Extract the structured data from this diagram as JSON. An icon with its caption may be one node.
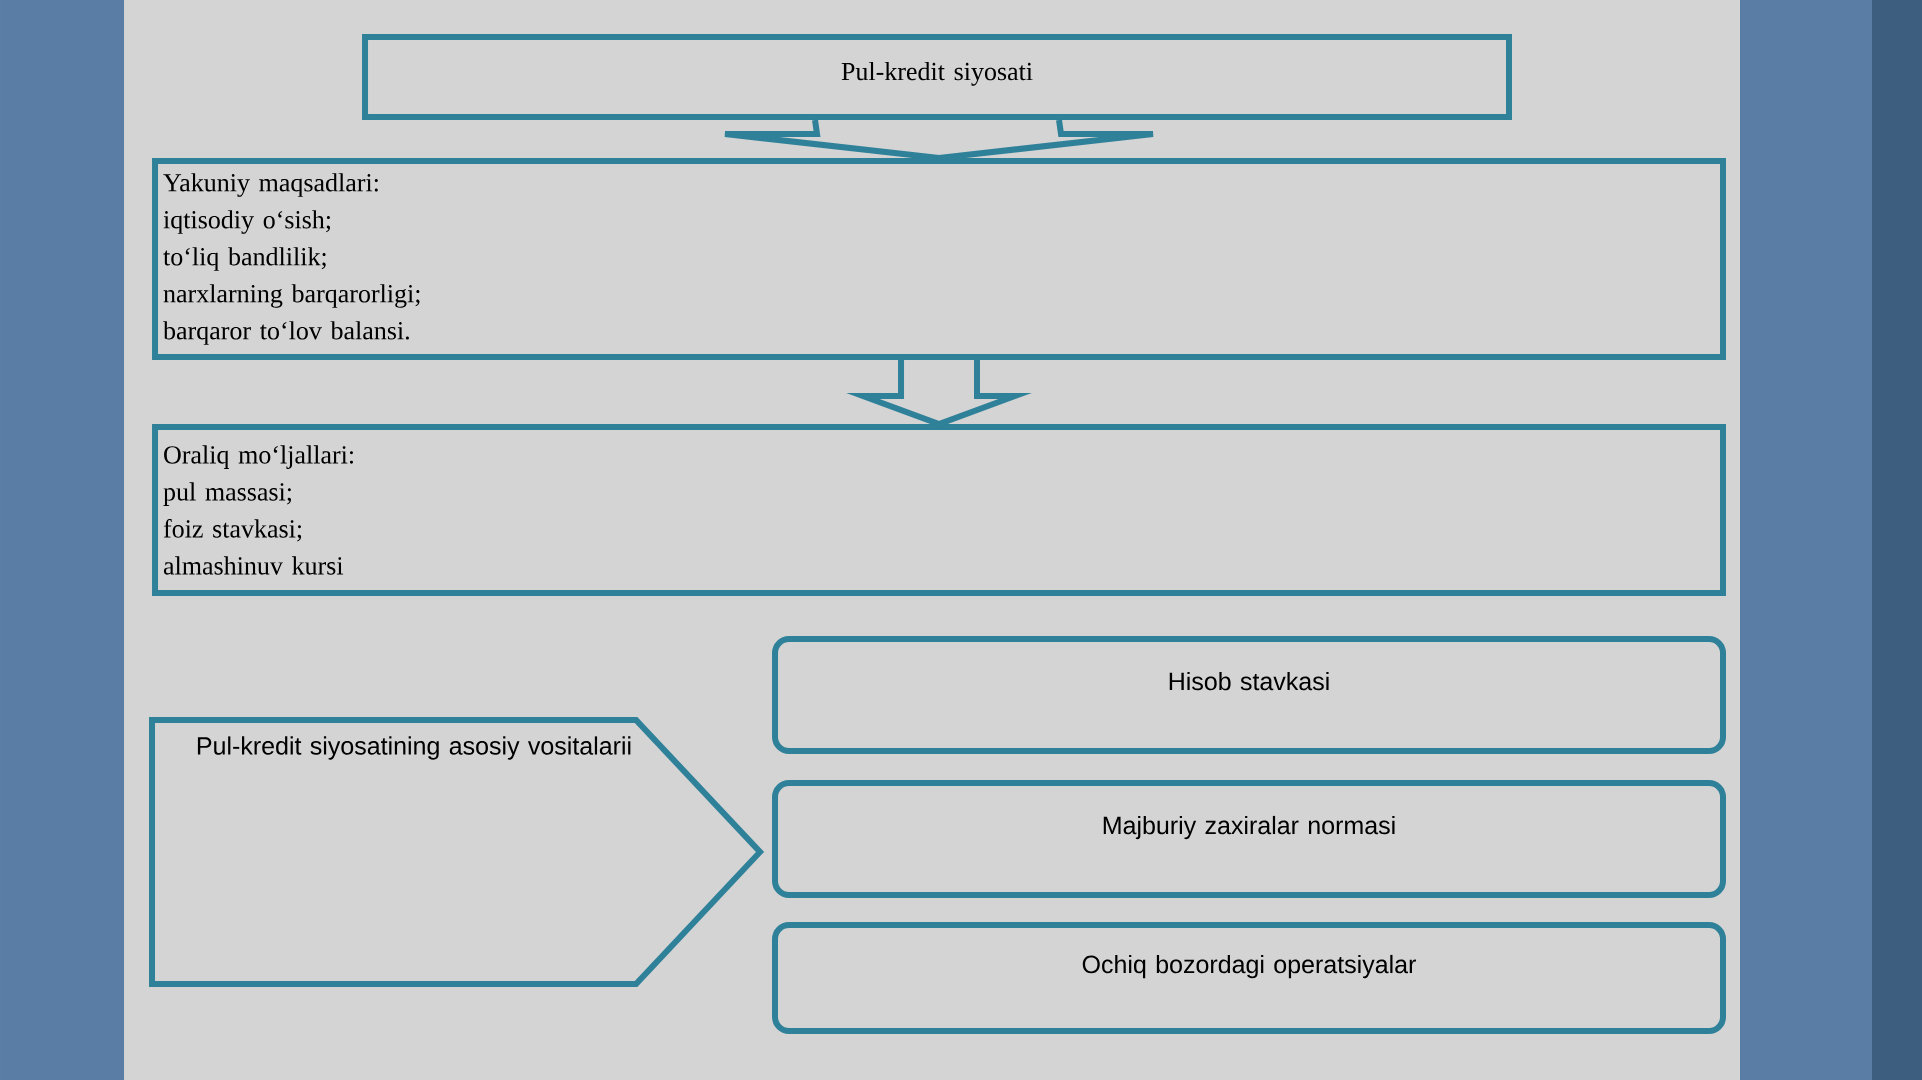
{
  "diagram": {
    "nodes": [
      {
        "text": [
          "Pul-kredit siyosati"
        ]
      },
      {
        "text": [
          "Yakuniy maqsadlari:",
          "iqtisodiy o‘sish;",
          "to‘liq bandlilik;",
          "narxlarning barqarorligi;",
          "barqaror to‘lov balansi."
        ]
      },
      {
        "text": [
          "Oraliq mo‘ljallari:",
          "pul massasi;",
          "foiz stavkasi;",
          "almashinuv kursi"
        ]
      },
      {
        "text": [
          "Pul-kredit siyosatining asosiy vositalarii"
        ]
      },
      {
        "text": [
          "Hisob stavkasi"
        ]
      },
      {
        "text": [
          "Majburiy zaxiralar normasi"
        ]
      },
      {
        "text": [
          "Ochiq bozordagi operatsiyalar"
        ]
      }
    ],
    "edges": [
      {
        "from": 0,
        "to": 1,
        "arrow": "to"
      },
      {
        "from": 1,
        "to": 2,
        "arrow": "to"
      }
    ]
  }
}
